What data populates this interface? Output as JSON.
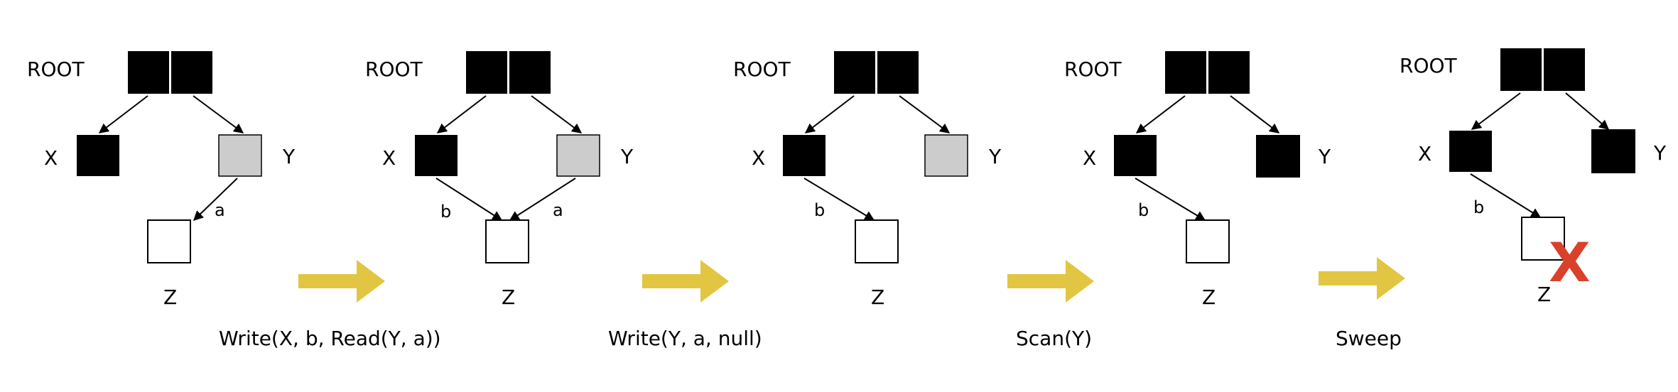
{
  "colors": {
    "black_node": "#000000",
    "grey_node": "#cccccc",
    "white_node": "#ffffff",
    "arrow": "#e2c641",
    "delete_mark": "#d9412b"
  },
  "labels": {
    "root": "ROOT",
    "x": "X",
    "y": "Y",
    "z": "Z",
    "edge_a": "a",
    "edge_b": "b",
    "delete_mark": "X"
  },
  "steps": [
    {
      "caption": "Write(X, b, Read(Y, a))"
    },
    {
      "caption": "Write(Y, a, null)"
    },
    {
      "caption": "Scan(Y)"
    },
    {
      "caption": "Sweep"
    }
  ],
  "stages": [
    {
      "y_color": "grey",
      "edges": [
        "a"
      ],
      "z_deleted": false
    },
    {
      "y_color": "grey",
      "edges": [
        "b",
        "a"
      ],
      "z_deleted": false
    },
    {
      "y_color": "grey",
      "edges": [
        "b"
      ],
      "z_deleted": false
    },
    {
      "y_color": "black",
      "edges": [
        "b"
      ],
      "z_deleted": false
    },
    {
      "y_color": "black",
      "edges": [
        "b"
      ],
      "z_deleted": true
    }
  ]
}
